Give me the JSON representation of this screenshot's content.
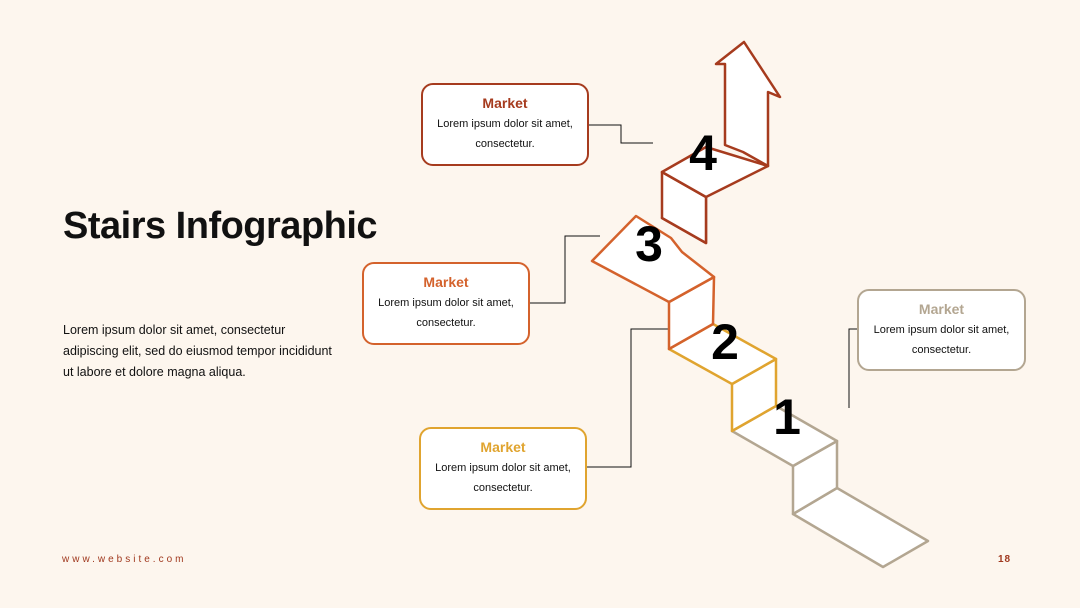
{
  "title": "Stairs Infographic",
  "description": "Lorem ipsum dolor sit amet, consectetur adipiscing elit, sed do eiusmod tempor incididunt ut labore et dolore magna aliqua.",
  "footer": {
    "website": "www.website.com",
    "page_number": "18"
  },
  "steps": [
    {
      "number": "1",
      "label": "Market",
      "text": "Lorem ipsum dolor sit amet, consectetur.",
      "color": "#b3a691"
    },
    {
      "number": "2",
      "label": "Market",
      "text": "Lorem ipsum dolor sit amet, consectetur.",
      "color": "#e0a42f"
    },
    {
      "number": "3",
      "label": "Market",
      "text": "Lorem ipsum dolor sit amet, consectetur.",
      "color": "#d4622c"
    },
    {
      "number": "4",
      "label": "Market",
      "text": "Lorem ipsum dolor sit amet, consectetur.",
      "color": "#a63b1e"
    }
  ],
  "icons": {
    "arrow": "up-arrow-icon"
  }
}
